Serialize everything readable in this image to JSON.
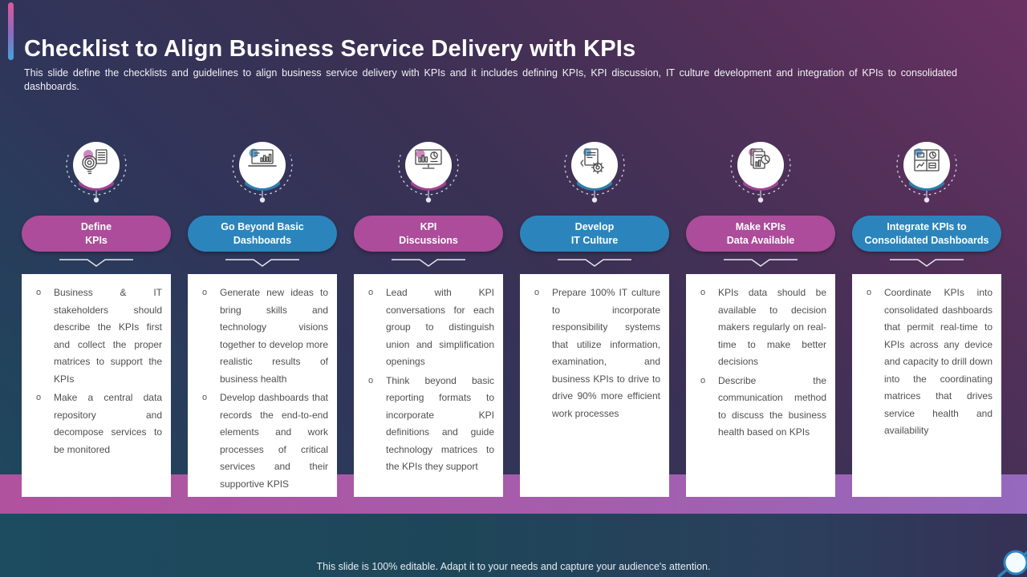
{
  "slide": {
    "title": "Checklist to Align Business Service Delivery with KPIs",
    "subtitle": "This slide define the checklists and guidelines to align business service delivery with KPIs and it includes defining KPIs, KPI discussion, IT culture development and integration of KPIs to consolidated dashboards.",
    "footer": "This slide is 100% editable. Adapt it to your needs and capture your audience's attention.",
    "bullet_char": "o"
  },
  "colors": {
    "pill_magenta": "#ac4c9a",
    "pill_blue": "#2b85bc",
    "stripe_left": "#b1529e",
    "stripe_right": "#9569bd",
    "accent_bar_top_pink": "#e1559e",
    "accent_bar_bottom_blue": "#43a3dc",
    "card_background": "#ffffff",
    "body_text": "#4f4f4f"
  },
  "columns": [
    {
      "title": "Define\nKPIs",
      "accent": "magenta",
      "icon": "idea-target-document-icon",
      "bullets": [
        "Business & IT stakeholders should describe the KPIs first and collect the proper matrices to support the KPIs",
        "Make a central data repository and decompose services to be monitored"
      ]
    },
    {
      "title": "Go Beyond Basic\nDashboards",
      "accent": "blue",
      "icon": "laptop-bar-chart-icon",
      "bullets": [
        "Generate new ideas to bring skills and technology visions together to develop more realistic results of business health",
        "Develop dashboards that records the end-to-end elements and work processes of critical services and their supportive KPIS"
      ]
    },
    {
      "title": "KPI\nDiscussions",
      "accent": "magenta",
      "icon": "monitor-analytics-icon",
      "bullets": [
        "Lead with KPI conversations for each group to distinguish union and simplification openings",
        "Think beyond basic reporting formats to incorporate KPI definitions and guide technology matrices to the KPIs they support"
      ]
    },
    {
      "title": "Develop\nIT Culture",
      "accent": "blue",
      "icon": "document-gear-icon",
      "bullets": [
        "Prepare 100% IT culture to incorporate responsibility systems that utilize information, examination, and business KPIs to drive to drive 90% more efficient work processes"
      ]
    },
    {
      "title": "Make KPIs\nData Available",
      "accent": "magenta",
      "icon": "report-pie-chart-icon",
      "bullets": [
        "KPIs data should be available to decision makers regularly on real-time to make better decisions",
        "Describe the communication method to discuss the business health based on KPIs"
      ]
    },
    {
      "title": "Integrate KPIs to\nConsolidated Dashboards",
      "accent": "blue",
      "icon": "dashboard-grid-icon",
      "bullets": [
        "Coordinate KPIs into consolidated dashboards that permit real-time to KPIs across any device and capacity to drill down into the coordinating matrices that drives service health and availability"
      ]
    }
  ]
}
